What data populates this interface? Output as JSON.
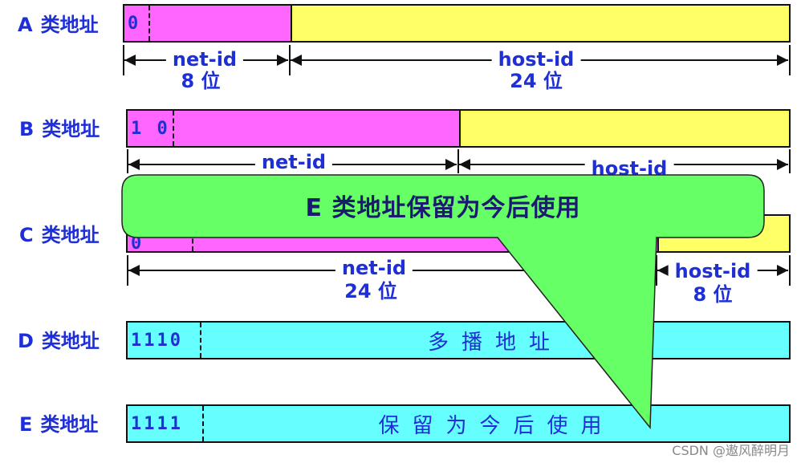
{
  "classes": [
    {
      "letter": "A",
      "suffix": "类地址",
      "prefix": "0"
    },
    {
      "letter": "B",
      "suffix": "类地址",
      "prefix": "1 0"
    },
    {
      "letter": "C",
      "suffix": "类地址",
      "prefix": "1 1 0"
    },
    {
      "letter": "D",
      "suffix": "类地址",
      "prefix": "1110",
      "content": "多播地址"
    },
    {
      "letter": "E",
      "suffix": "类地址",
      "prefix": "1111",
      "content": "保留为今后使用"
    }
  ],
  "labels": {
    "net_id": "net-id",
    "host_id": "host-id",
    "a_net_bits": "8 位",
    "a_host_bits": "24 位",
    "c_net_bits": "24 位",
    "c_host_bits": "8 位"
  },
  "callout": {
    "text": "E  类地址保留为今后使用",
    "fill": "#66ff66"
  },
  "colors": {
    "pink": "#ff66ff",
    "yellow": "#ffff66",
    "cyan": "#66ffff",
    "label_blue": "#1f2fd6"
  },
  "watermark": "CSDN @遨风醉明月"
}
